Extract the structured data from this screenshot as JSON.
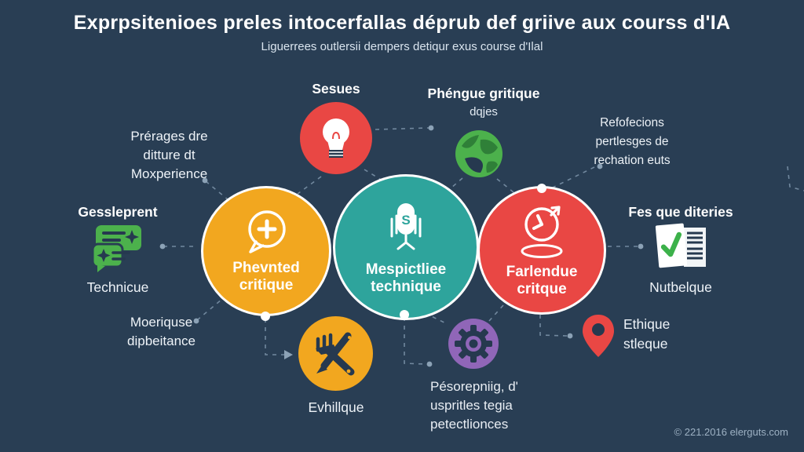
{
  "header": {
    "title": "Exprpsitenioes preles intocerfallas déprub def griive aux courss d'IA",
    "subtitle": "Liguerrees outlersii dempers detiqur exus course d'Ilal"
  },
  "bubbles": {
    "yellow": {
      "line1": "Phevnted",
      "line2": "critique",
      "icon": "speech-bubble-plus-icon"
    },
    "teal": {
      "line1": "Mespictliee",
      "line2": "technique",
      "icon": "microphone-icon"
    },
    "red": {
      "line1": "Farlendue",
      "line2": "critque",
      "icon": "clock-arrow-icon"
    }
  },
  "satellites": {
    "sesues": {
      "label": "Sesues",
      "icon": "lightbulb-icon"
    },
    "phengue": {
      "line1": "Phéngue gritique",
      "line2": "dqjes",
      "icon": "globe-icon"
    },
    "refofecions": {
      "line1": "Refofecions",
      "line2": "pertlesges de",
      "line3": "rechation euts"
    },
    "prerages": {
      "line1": "Prérages dre",
      "line2": "ditture dt",
      "line3": "Moxperience"
    },
    "gessleprent": {
      "title": "Gessleprent",
      "caption": "Technicue",
      "icon": "chat-cards-icon"
    },
    "moeriquse": {
      "line1": "Moeriquse",
      "line2": "dipbeitance"
    },
    "fesque": {
      "title": "Fes que diteries",
      "caption": "Nutbelque",
      "icon": "document-check-icon"
    },
    "ethique": {
      "line1": "Ethique",
      "line2": "stleque",
      "icon": "location-pin-icon"
    },
    "evhillque": {
      "label": "Evhillque",
      "icon": "fork-pen-icon"
    },
    "pesorepniig": {
      "line1": "Pésorepniig, d'",
      "line2": "uspritles tegia",
      "line3": "petectlionces",
      "icon": "gear-icon"
    }
  },
  "footer": {
    "credit": "© 221.2016 elerguts.com"
  },
  "colors": {
    "bg": "#293e54",
    "yellow": "#f2a71f",
    "teal": "#2ea49c",
    "red": "#e94744",
    "green": "#4cb14c",
    "green-dark": "#2f8038",
    "purple": "#9066b8",
    "navy": "#26394f",
    "line": "#7e95ab"
  }
}
